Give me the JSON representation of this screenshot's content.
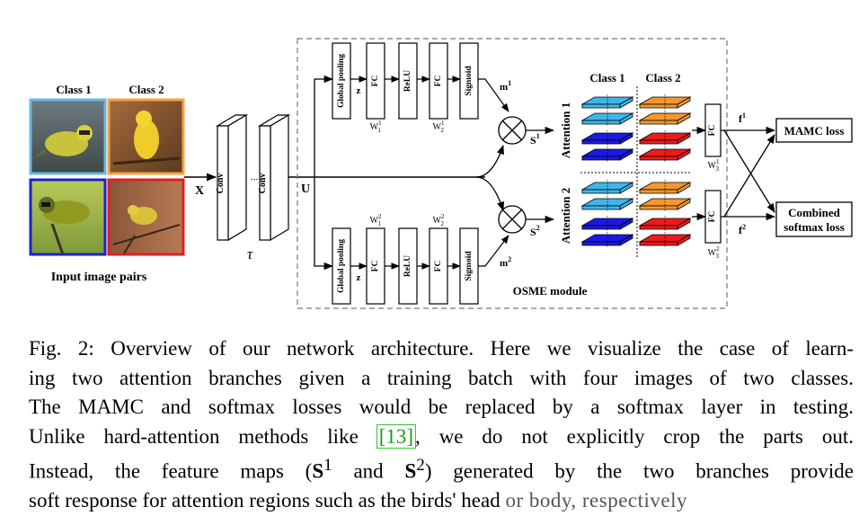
{
  "figure": {
    "input": {
      "class1": "Class 1",
      "class2": "Class 2",
      "caption": "Input image pairs",
      "x_label": "X",
      "tau": "τ",
      "conv": "Conv",
      "dots": "......",
      "u_label": "U",
      "border_colors": [
        "#6ab8e0",
        "#f4a340",
        "#1a22c8",
        "#e02020"
      ]
    },
    "osme": {
      "label": "OSME module",
      "top": {
        "blocks": [
          "Global pooling",
          "FC",
          "ReLU",
          "FC",
          "Sigmoid"
        ],
        "z": "z",
        "w1": "W",
        "w1_sup": "1",
        "w1_sub": "1",
        "w2": "W",
        "w2_sup": "1",
        "w2_sub": "2",
        "m": "m",
        "m_sup": "1",
        "s": "S",
        "s_sup": "1"
      },
      "bottom": {
        "blocks": [
          "Global pooling",
          "FC",
          "ReLU",
          "FC",
          "Sigmoid"
        ],
        "z": "z",
        "w1": "W",
        "w1_sup": "2",
        "w1_sub": "1",
        "w2": "W",
        "w2_sup": "2",
        "w2_sub": "2",
        "m": "m",
        "m_sup": "2",
        "s": "S",
        "s_sup": "2"
      }
    },
    "attention": {
      "class1": "Class 1",
      "class2": "Class 2",
      "att1": "Attention 1",
      "att2": "Attention 2",
      "class1_colors": [
        "#3fb6ea",
        "#3fb6ea",
        "#1a1ae6",
        "#1a1ae6"
      ],
      "class2_colors": [
        "#f5962f",
        "#f5962f",
        "#ee1a1a",
        "#ee1a1a"
      ]
    },
    "fc": {
      "label": "FC",
      "w": "W",
      "w_sub": "3",
      "top_sup": "1",
      "bottom_sup": "2",
      "f": "f",
      "f_top_sup": "1",
      "f_bottom_sup": "2"
    },
    "losses": {
      "mamc": "MAMC loss",
      "combined_line1": "Combined",
      "combined_line2": "softmax loss"
    }
  },
  "caption": {
    "l1": "Fig. 2: Overview of our network architecture. Here we visualize the case of learn-",
    "l2": "ing two attention branches given a training batch with four images of two classes.",
    "l3": "The MAMC and softmax losses would be replaced by a softmax layer in testing.",
    "l4_before": "Unlike hard-attention methods like ",
    "l4_cite": "[13]",
    "l4_after": ", we do not explicitly crop the parts out.",
    "l5_a": "Instead, the feature maps (",
    "l5_s1": "S",
    "l5_s1_sup": "1",
    "l5_and": " and ",
    "l5_s2": "S",
    "l5_s2_sup": "2",
    "l5_b": ") generated by the two branches provide",
    "l6": "soft response for attention regions such as the birds' head ",
    "l6_tail": "or body, respectively"
  }
}
